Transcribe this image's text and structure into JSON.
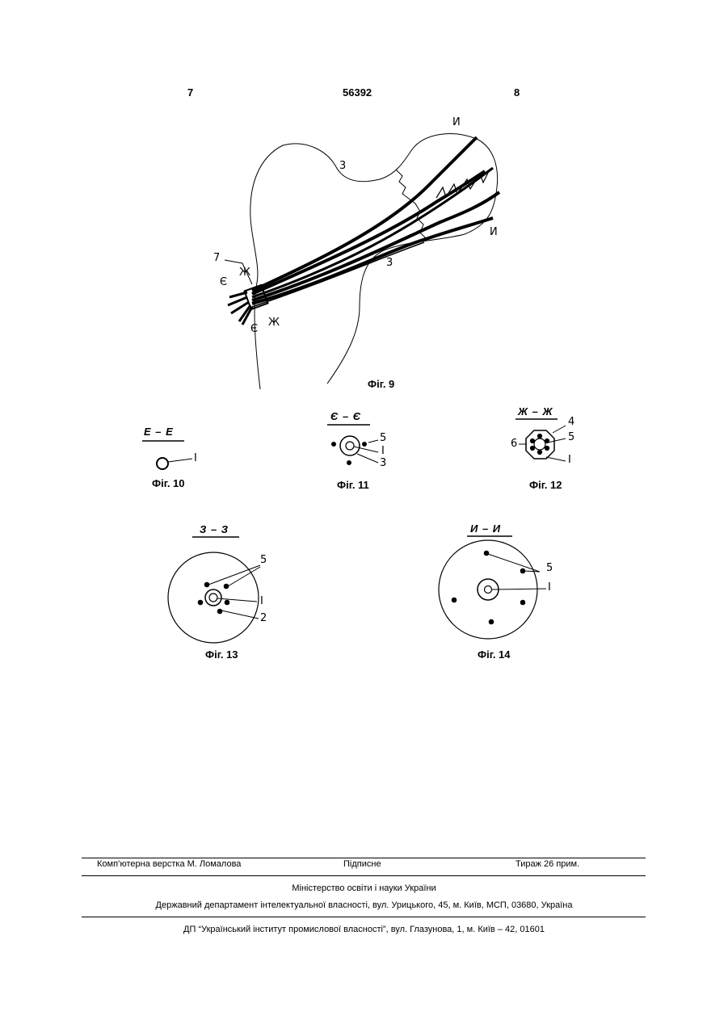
{
  "header": {
    "page_left": "7",
    "doc_number": "56392",
    "page_right": "8"
  },
  "figures": {
    "fig9": {
      "caption": "Фіг. 9",
      "labels": {
        "i1": "И",
        "i2": "И",
        "z1": "3",
        "z2": "3",
        "seven": "7",
        "zh1": "Ж",
        "zh2": "Ж",
        "ye1": "Є",
        "ye2": "Є"
      }
    },
    "fig10": {
      "caption": "Фіг. 10",
      "section": "Е – Е",
      "labels": {
        "one": "I"
      }
    },
    "fig11": {
      "caption": "Фіг. 11",
      "section": "Є – Є",
      "labels": {
        "five": "5",
        "one": "I",
        "three": "3"
      }
    },
    "fig12": {
      "caption": "Фіг. 12",
      "section": "Ж – Ж",
      "labels": {
        "four": "4",
        "five": "5",
        "six": "6",
        "one": "I"
      }
    },
    "fig13": {
      "caption": "Фіг. 13",
      "section": "З – З",
      "labels": {
        "five": "5",
        "one": "I",
        "two": "2"
      }
    },
    "fig14": {
      "caption": "Фіг. 14",
      "section": "И – И",
      "labels": {
        "five": "5",
        "one": "I"
      }
    }
  },
  "footer": {
    "layout": "Комп’ютерна верстка М. Ломалова",
    "signed": "Підписне",
    "circulation": "Тираж 26 прим.",
    "ministry": "Міністерство освіти і науки України",
    "department": "Державний департамент інтелектуальної власності, вул. Урицького, 45, м. Київ, МСП, 03680, Україна",
    "institute": "ДП “Український інститут промислової власності”, вул. Глазунова, 1, м. Київ – 42, 01601"
  }
}
